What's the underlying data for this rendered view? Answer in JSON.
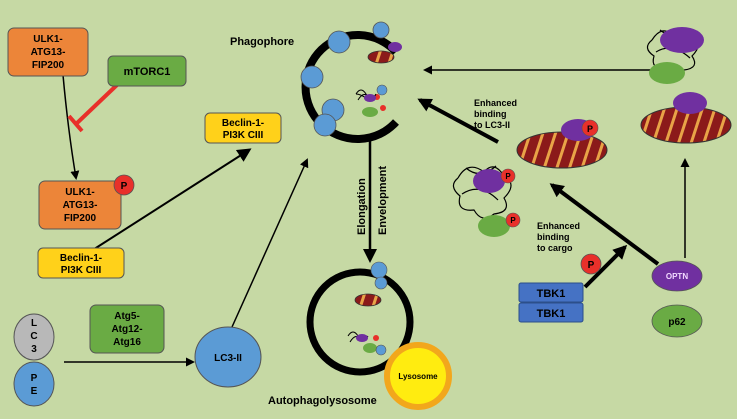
{
  "labels": {
    "phagophore": "Phagophore",
    "autophagolysosome": "Autophagolysosome",
    "elongation": "Elongation",
    "envelopment": "Envelopment",
    "lysosome": "Lysosome",
    "enhanced_lc3_line1": "Enhanced",
    "enhanced_lc3_line2": "binding",
    "enhanced_lc3_line3": "to LC3-II",
    "enhanced_cargo_line1": "Enhanced",
    "enhanced_cargo_line2": "binding",
    "enhanced_cargo_line3": "to cargo",
    "phospho": "P"
  },
  "nodes": {
    "ulk1_top": [
      "ULK1-",
      "ATG13-",
      "FIP200"
    ],
    "mtorc1": "mTORC1",
    "ulk1_bottom": [
      "ULK1-",
      "ATG13-",
      "FIP200"
    ],
    "beclin_left": [
      "Beclin-1-",
      "PI3K CIII"
    ],
    "beclin_top": [
      "Beclin-1-",
      "PI3K CIII"
    ],
    "atg": [
      "Atg5-",
      "Atg12-",
      "Atg16"
    ],
    "lc3": [
      "L",
      "C",
      "3"
    ],
    "pe": [
      "P",
      "E"
    ],
    "lc3ii": "LC3-II",
    "tbk1_top": "TBK1",
    "tbk1_bottom": "TBK1",
    "optn": "OPTN",
    "p62": "p62"
  },
  "colors": {
    "background": "#c6d9a4",
    "ulk": "#ec8539",
    "mtorc1": "#6aab44",
    "beclin": "#ffd11a",
    "atg": "#6aab44",
    "lc3": "#b8b8b8",
    "pe": "#5b9bd5",
    "lc3ii": "#5b9bd5",
    "tbk1": "#4572c4",
    "optn": "#7030a0",
    "p62": "#6aab44",
    "phospho": "#e8302a",
    "mitochondrion": "#8b1a1a",
    "lysosome": "#ffec10",
    "inhibition": "#e8302a"
  }
}
